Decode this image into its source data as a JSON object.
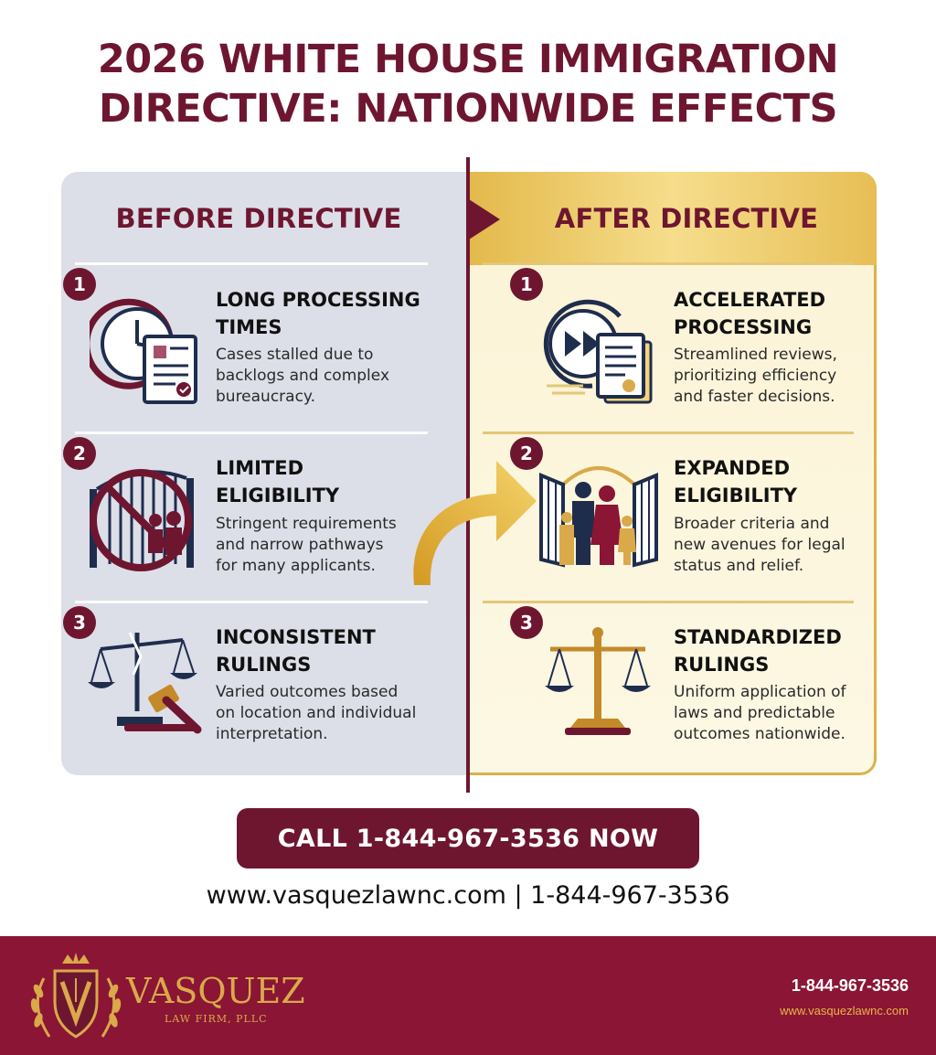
{
  "title_line1": "2026 WHITE HOUSE IMMIGRATION",
  "title_line2": "DIRECTIVE: NATIONWIDE EFFECTS",
  "before": {
    "heading": "BEFORE DIRECTIVE",
    "items": [
      {
        "num": "1",
        "title1": "LONG PROCESSING",
        "title2": "TIMES",
        "desc1": "Cases stalled due to",
        "desc2": "backlogs and complex",
        "desc3": "bureaucracy.",
        "icon": "clock-document-icon"
      },
      {
        "num": "2",
        "title1": "LIMITED",
        "title2": "ELIGIBILITY",
        "desc1": "Stringent requirements",
        "desc2": "and narrow pathways",
        "desc3": "for many applicants.",
        "icon": "blocked-gate-family-icon"
      },
      {
        "num": "3",
        "title1": "INCONSISTENT",
        "title2": "RULINGS",
        "desc1": "Varied outcomes based",
        "desc2": "on location and individual",
        "desc3": "interpretation.",
        "icon": "broken-scales-gavel-icon"
      }
    ]
  },
  "after": {
    "heading": "AFTER DIRECTIVE",
    "items": [
      {
        "num": "1",
        "title1": "ACCELERATED",
        "title2": "PROCESSING",
        "desc1": "Streamlined reviews,",
        "desc2": "prioritizing efficiency",
        "desc3": "and faster decisions.",
        "icon": "fast-forward-clock-document-icon"
      },
      {
        "num": "2",
        "title1": "EXPANDED",
        "title2": "ELIGIBILITY",
        "desc1": "Broader criteria and",
        "desc2": "new avenues for legal",
        "desc3": "status and relief.",
        "icon": "open-gate-family-icon"
      },
      {
        "num": "3",
        "title1": "STANDARDIZED",
        "title2": "RULINGS",
        "desc1": "Uniform application of",
        "desc2": "laws and predictable",
        "desc3": "outcomes nationwide.",
        "icon": "balanced-scales-icon"
      }
    ]
  },
  "cta_label": "CALL 1-844-967-3536 NOW",
  "contact_line": "www.vasquezlawnc.com | 1-844-967-3536",
  "footer": {
    "brand": "VASQUEZ",
    "brand_sub": "LAW FIRM, PLLC",
    "phone": "1-844-967-3536",
    "website": "www.vasquezlawnc.com"
  },
  "colors": {
    "maroon": "#6e1630",
    "footer": "#8a1534",
    "gold": "#d9a94a",
    "before_bg": "#dcdfe8",
    "after_bg": "#fbf3d5"
  }
}
